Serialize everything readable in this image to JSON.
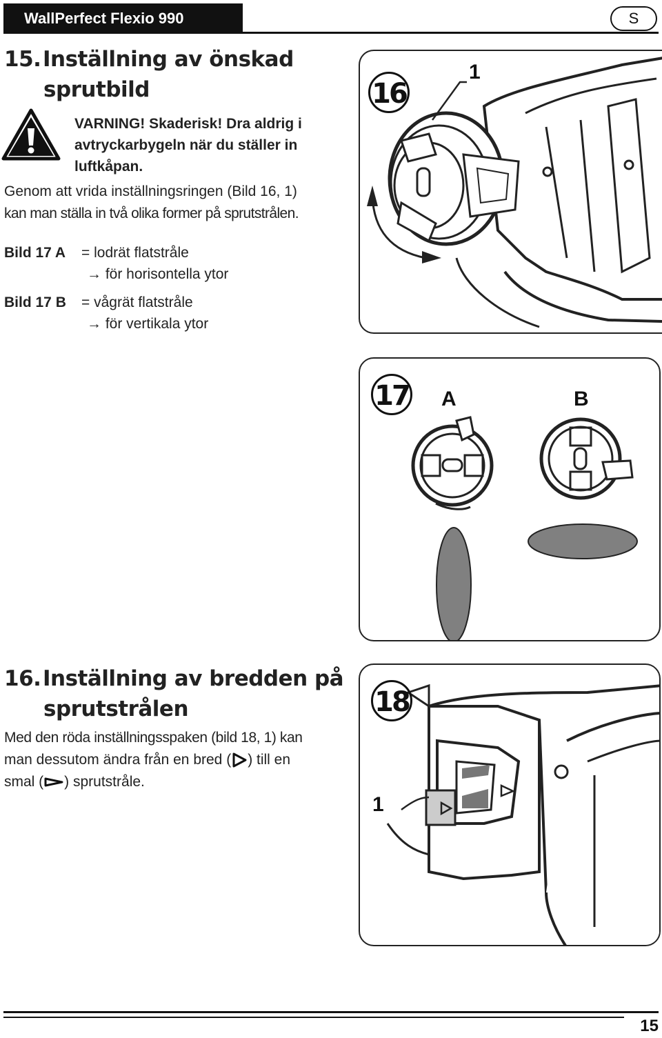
{
  "header": {
    "title": "WallPerfect Flexio 990",
    "lang": "S"
  },
  "section15": {
    "num": "15.",
    "title_line1": "Inställning av önskad",
    "title_line2": "sprutbild",
    "warning_line1": "VARNING! Skaderisk! Dra aldrig i",
    "warning_line2": "avtryckarbygeln när du ställer in",
    "warning_line3": "luftkåpan.",
    "body_line1": "Genom att vrida inställningsringen (Bild 16, 1)",
    "body_line2": "kan man ställa in två olika former på sprutstrålen.",
    "bild_a_label": "Bild 17 A",
    "bild_a_text": "= lodrät flatstråle",
    "bild_a_sub": "för horisontella ytor",
    "bild_b_label": "Bild 17 B",
    "bild_b_text": "= vågrät flatstråle",
    "bild_b_sub": "för vertikala ytor",
    "arrow_glyph": "→"
  },
  "section16": {
    "num": "16.",
    "title_line1": "Inställning av bredden på",
    "title_line2": "sprutstrålen",
    "body_line1": "Med den röda inställningsspaken (bild 18, 1) kan",
    "body_line2a": "man dessutom ändra från en bred (",
    "body_line2b": ") till en",
    "body_line3a": "smal (",
    "body_line3b": ") sprutstråle."
  },
  "figures": {
    "fig16": {
      "number": "16",
      "callout": "1"
    },
    "fig17": {
      "number": "17",
      "label_a": "A",
      "label_b": "B"
    },
    "fig18": {
      "number": "18",
      "callout": "1"
    }
  },
  "footer": {
    "page_number": "15"
  },
  "colors": {
    "ink": "#1a1a1a",
    "spray_fill": "#808080"
  }
}
